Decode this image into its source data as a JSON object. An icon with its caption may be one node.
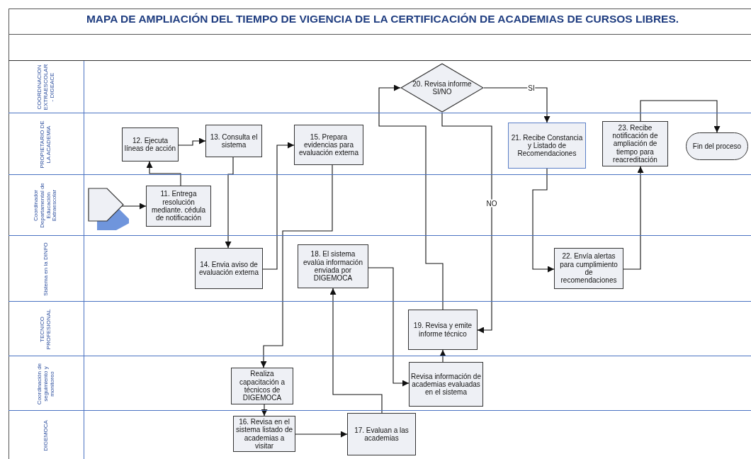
{
  "diagram": {
    "title": "MAPA DE AMPLIACIÓN DEL TIEMPO DE VIGENCIA DE LA CERTIFICACIÓN DE ACADEMIAS DE CURSOS LIBRES.",
    "nodes": [
      {
        "text": [
          "COORDINACION EXTRAESCOLAR - DIGEACE"
        ]
      },
      {
        "text": [
          "PROPIETARIO DE LA ACADEMIA"
        ]
      },
      {
        "text": [
          "Coordinador Departamental de Educación Extraescolar"
        ]
      },
      {
        "text": [
          "Sistema en la DINFO"
        ]
      },
      {
        "text": [
          "TECNICO PROFESIONAL"
        ]
      },
      {
        "text": [
          "Coordinación de seguimiento y monitoreo"
        ]
      },
      {
        "text": [
          "DIGEMOCA"
        ]
      },
      {
        "text": [],
        "shape": "pentagon",
        "in": 2
      },
      {
        "text": [
          "11. Entrega resolución mediante. cédula de notificación"
        ],
        "in": 2
      },
      {
        "text": [
          "12. Ejecuta líneas de acción"
        ],
        "in": 1
      },
      {
        "text": [
          "13. Consulta el sistema"
        ],
        "in": 1
      },
      {
        "text": [
          "15. Prepara evidencias para evaluación externa"
        ],
        "in": 1
      },
      {
        "text": [
          "14. Envia aviso de evaluación externa"
        ],
        "in": 3
      },
      {
        "text": [
          "18. El sistema evalúa información enviada por DIGEMOCA"
        ],
        "in": 3
      },
      {
        "text": [
          "22. Envía alertas para cumplimiento de recomendaciones"
        ],
        "in": 3
      },
      {
        "text": [
          "20. Revisa informe SI/NO"
        ],
        "in": 0
      },
      {
        "text": [
          "21. Recibe Constancia y Listado de Recomendaciones"
        ],
        "in": 1
      },
      {
        "text": [
          "23. Recibe notificación de ampliación de tiempo para reacreditación"
        ],
        "in": 1
      },
      {
        "text": [
          "Fin del proceso"
        ],
        "in": 1
      },
      {
        "text": [
          "19. Revisa y emite informe técnico"
        ],
        "in": 4
      },
      {
        "text": [
          "Realiza capacitación a técnicos de DIGEMOCA"
        ],
        "in": 5
      },
      {
        "text": [
          "Revisa información de academias evaluadas en el sistema"
        ],
        "in": 5
      },
      {
        "text": [
          "16. Revisa en el sistema listado de academias a visitar"
        ],
        "in": 6
      },
      {
        "text": [
          "17. Evaluan a las academias"
        ],
        "in": 6
      }
    ],
    "edges": [
      {
        "from": 7,
        "to": 8,
        "arrow": "to"
      },
      {
        "from": 8,
        "to": 9,
        "arrow": "to"
      },
      {
        "from": 9,
        "to": 10,
        "arrow": "to"
      },
      {
        "from": 10,
        "to": 12,
        "arrow": "to"
      },
      {
        "from": 12,
        "to": 11,
        "arrow": "to"
      },
      {
        "from": 11,
        "to": 20,
        "arrow": "to"
      },
      {
        "from": 20,
        "to": 22,
        "arrow": "to"
      },
      {
        "from": 22,
        "to": 23,
        "arrow": "to"
      },
      {
        "from": 23,
        "to": 13,
        "arrow": "to"
      },
      {
        "from": 13,
        "to": 21,
        "arrow": "to"
      },
      {
        "from": 21,
        "to": 19,
        "arrow": "to"
      },
      {
        "from": 19,
        "to": 15,
        "arrow": "to"
      },
      {
        "from": 15,
        "to": 19,
        "arrow": "to",
        "label": "NO"
      },
      {
        "from": 15,
        "to": 16,
        "arrow": "to",
        "label": "SI"
      },
      {
        "from": 16,
        "to": 14,
        "arrow": "to"
      },
      {
        "from": 14,
        "to": 17,
        "arrow": "to"
      },
      {
        "from": 17,
        "to": 18,
        "arrow": "to"
      }
    ]
  }
}
